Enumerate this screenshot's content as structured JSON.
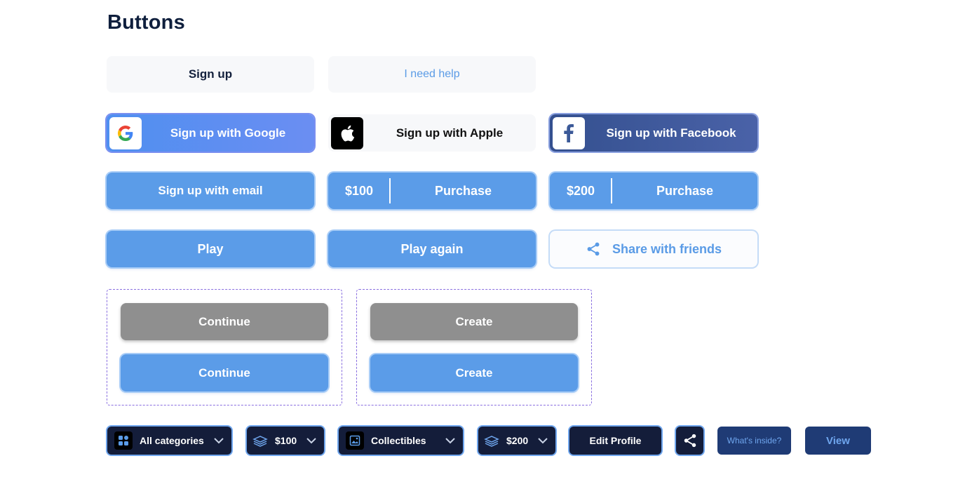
{
  "page": {
    "title": "Buttons"
  },
  "row1": {
    "signup": "Sign up",
    "help": "I need help"
  },
  "row2": {
    "google": "Sign up with Google",
    "apple": "Sign up with Apple",
    "facebook": "Sign up with Facebook"
  },
  "row3": {
    "email": "Sign up with email",
    "purchase1": {
      "price": "$100",
      "label": "Purchase"
    },
    "purchase2": {
      "price": "$200",
      "label": "Purchase"
    }
  },
  "row4": {
    "play": "Play",
    "play_again": "Play again",
    "share": "Share with friends"
  },
  "states": {
    "continue_disabled": "Continue",
    "continue_enabled": "Continue",
    "create_disabled": "Create",
    "create_enabled": "Create"
  },
  "toolbar": {
    "categories": "All categories",
    "price1": "$100",
    "collectibles": "Collectibles",
    "price2": "$200",
    "edit_profile": "Edit Profile",
    "whats_inside": "What's inside?",
    "view": "View"
  },
  "colors": {
    "primary": "#5b9ce8",
    "dark": "#141d3a",
    "disabled": "#8f8f8f",
    "facebook": "#3b5998"
  }
}
